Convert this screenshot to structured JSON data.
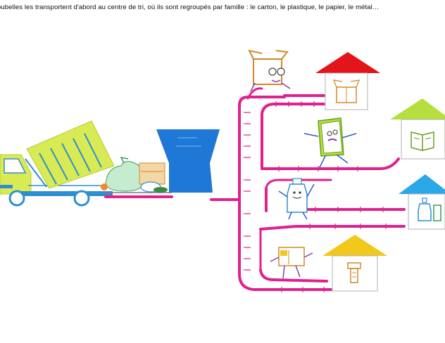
{
  "caption": "oubelles les transportent d'abord au centre de tri, où ils sont regroupés par famille : le carton, le plastique, le papier, le métal…",
  "illustration": {
    "truck": {
      "color": "#d8ea54",
      "accent": "#2e8fd0"
    },
    "hopper": {
      "color": "#1f77d6"
    },
    "belt": {
      "color": "#e0208f"
    },
    "houses": [
      {
        "family": "carton",
        "roof": "#e3141a",
        "icon": "box-icon"
      },
      {
        "family": "papier",
        "roof": "#b4df3c",
        "icon": "book-icon"
      },
      {
        "family": "plastique",
        "roof": "#2aa8e8",
        "icon": "bottle-icon"
      },
      {
        "family": "métal",
        "roof": "#f2c81c",
        "icon": "can-icon"
      }
    ]
  }
}
